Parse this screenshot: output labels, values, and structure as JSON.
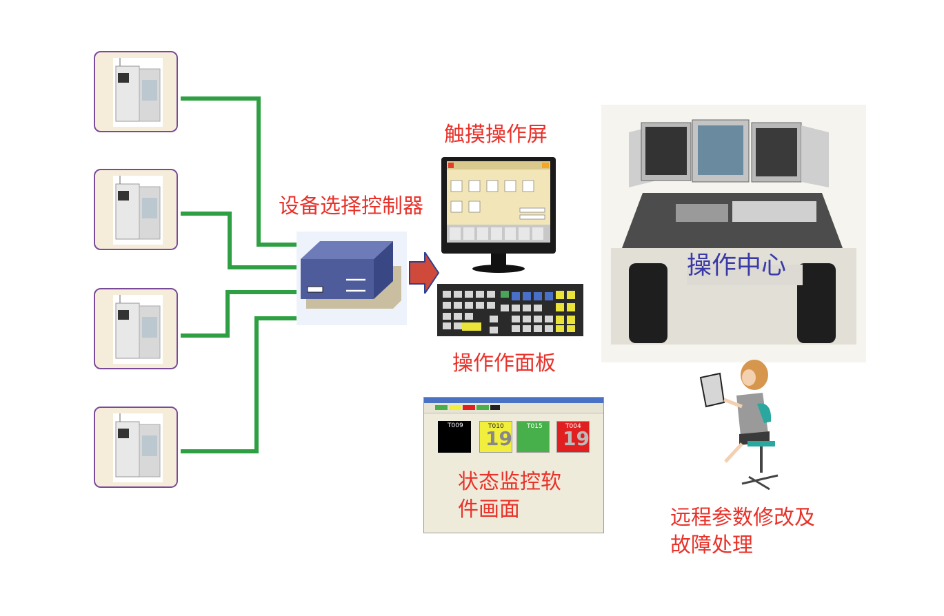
{
  "labels": {
    "touchscreen": "触摸操作屏",
    "selector": "设备选择控制器",
    "panel": "操作作面板",
    "monitor_line1": "状态监控软",
    "monitor_line2": "件画面",
    "center": "操作中心",
    "remote_line1": "远程参数修改及",
    "remote_line2": "故障处理"
  },
  "monitor_tiles": [
    {
      "id": "T009",
      "count": "",
      "color": "#000000"
    },
    {
      "id": "T010",
      "count": "19",
      "color": "#f2ef3c"
    },
    {
      "id": "T015",
      "count": "",
      "color": "#48b04a"
    },
    {
      "id": "T004",
      "count": "19",
      "color": "#e02020"
    }
  ],
  "colors": {
    "connector_line": "#2ea043",
    "label_text": "#e8322a",
    "card_border": "#7a4a9a",
    "controller_box": "#4a5a98",
    "arrow": "#d04a3c",
    "center_label": "#3a3aa8"
  }
}
